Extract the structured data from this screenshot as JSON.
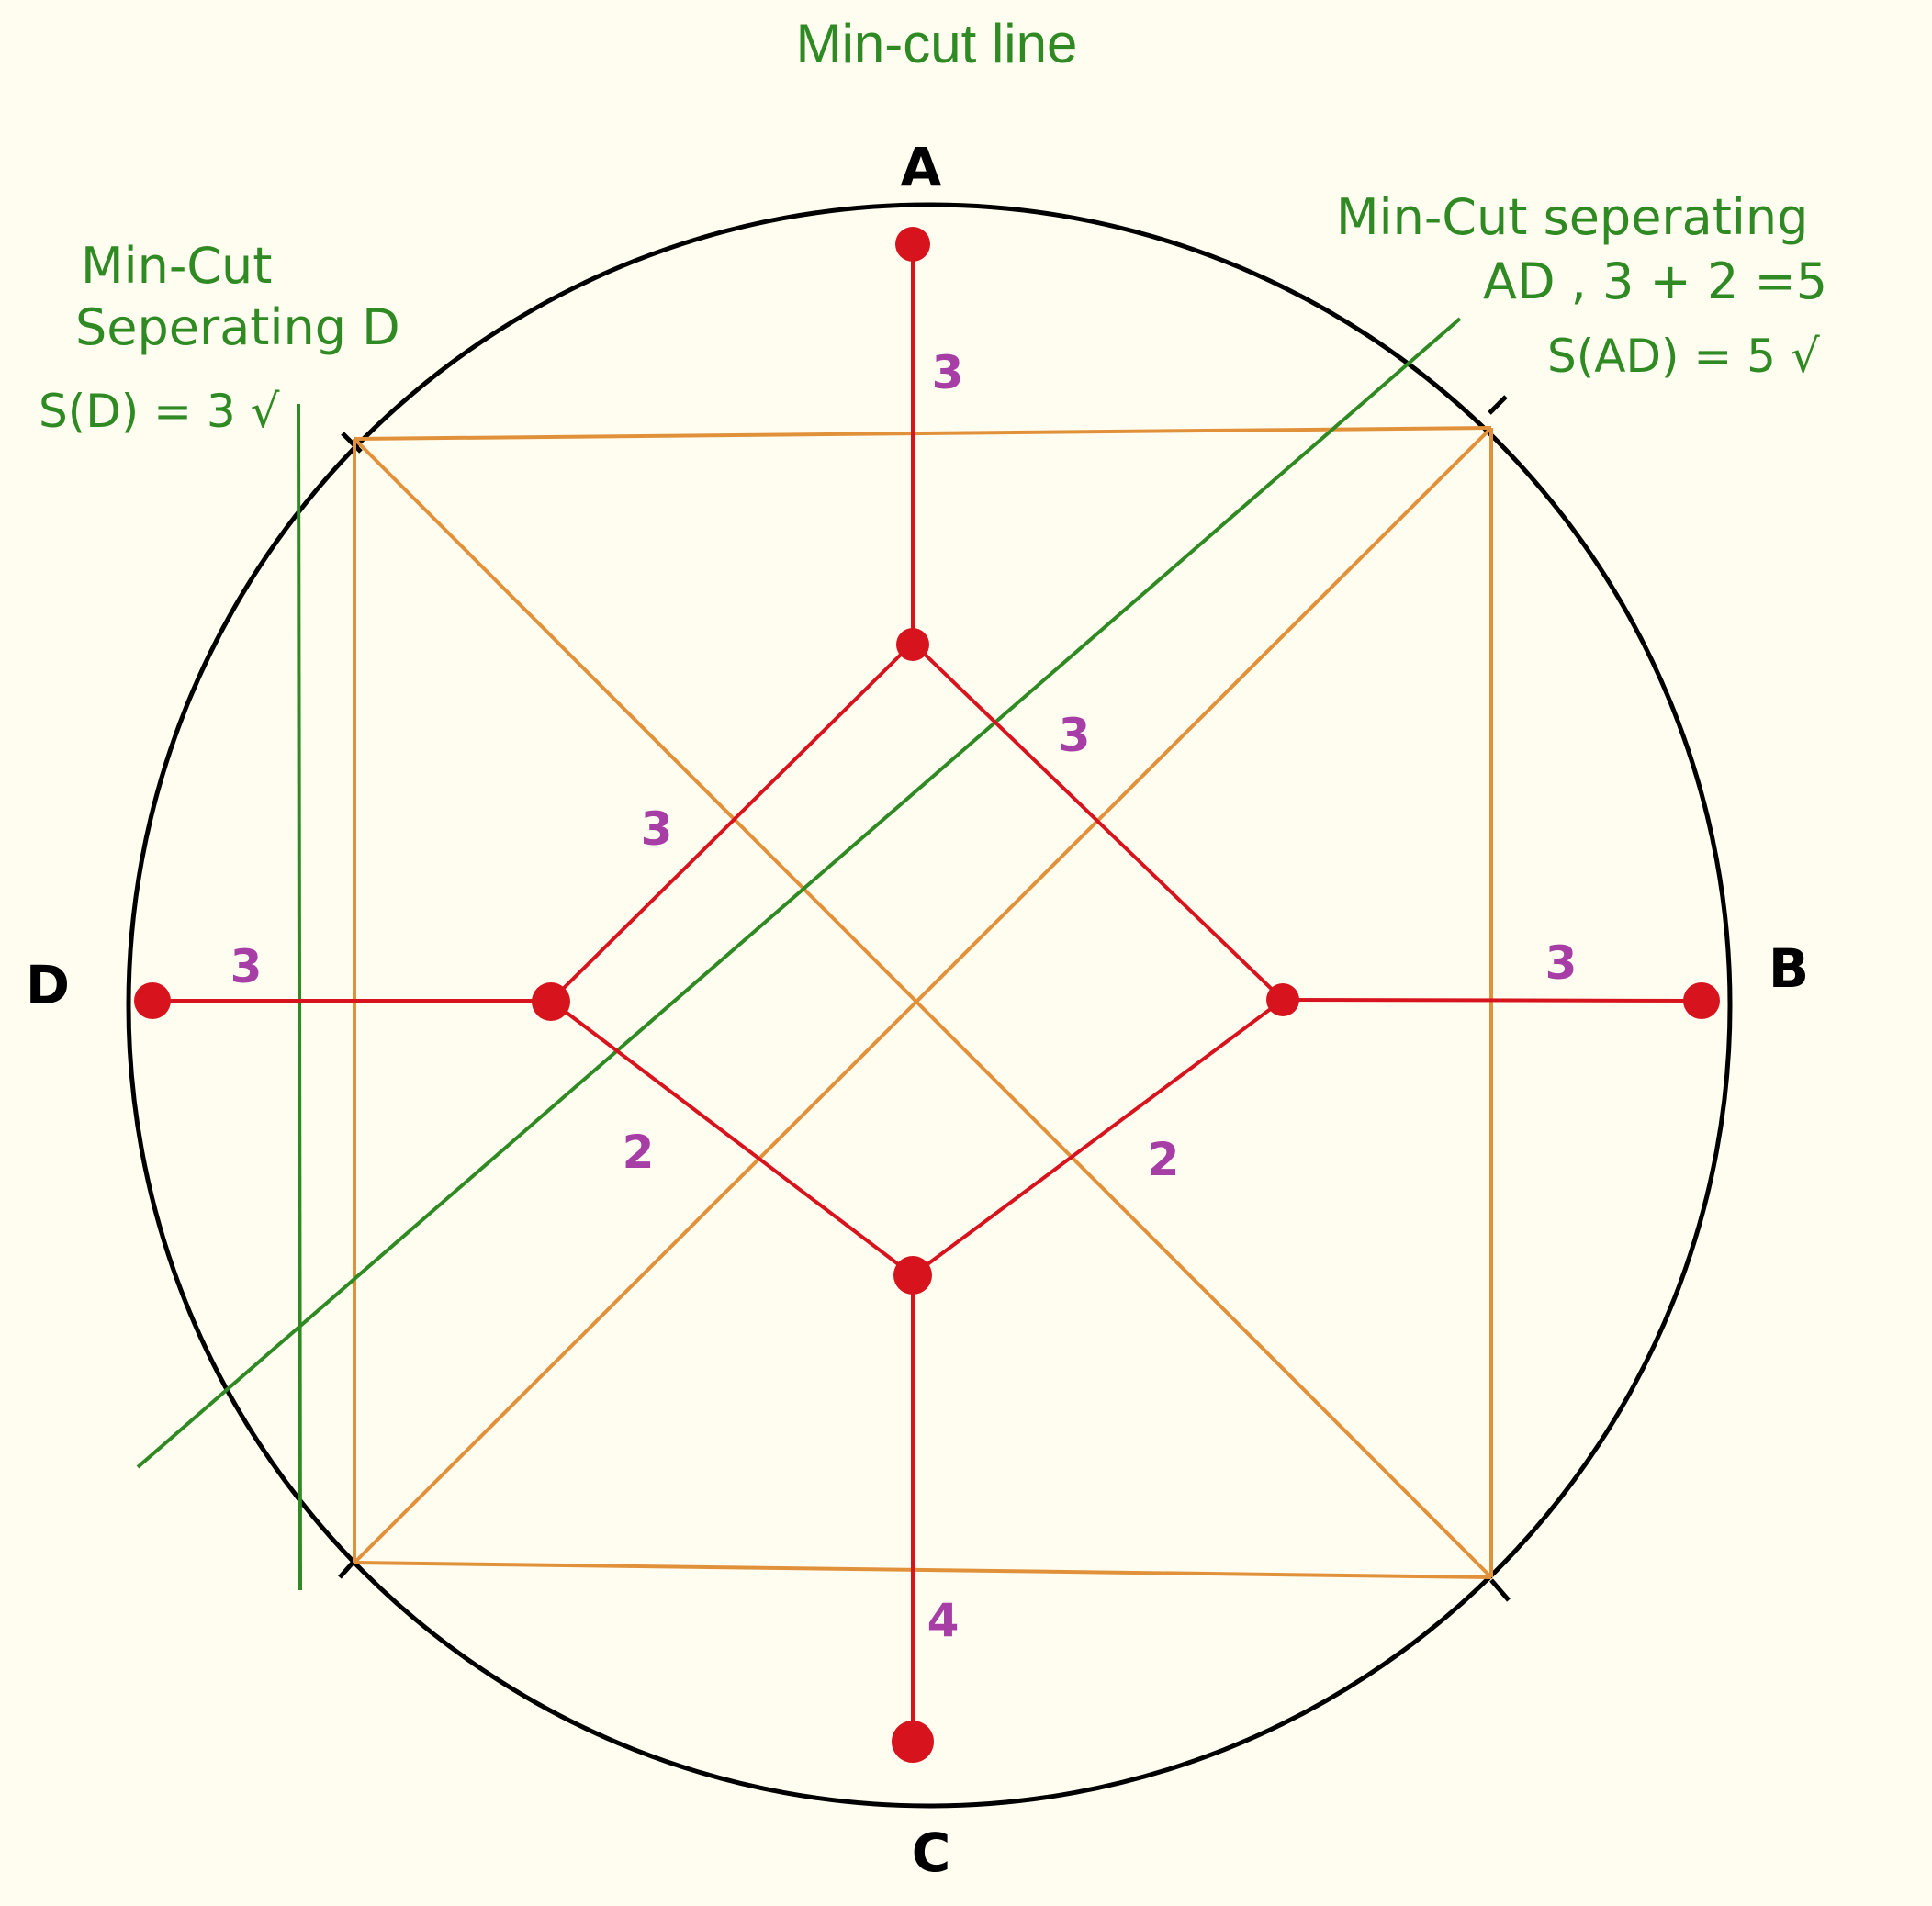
{
  "title": "Min-cut line",
  "colors": {
    "background": "#fffdf0",
    "circle": "#000000",
    "graph": "#d7141e",
    "square": "#e2913b",
    "cut": "#2f8a23",
    "weight": "#a63ea6"
  },
  "terminals": {
    "A": "A",
    "B": "B",
    "C": "C",
    "D": "D"
  },
  "weights": {
    "a_top": "3",
    "a_right": "3",
    "a_left": "3",
    "d_edge": "3",
    "b_edge": "3",
    "bottom_left": "2",
    "bottom_right": "2",
    "c_edge": "4"
  },
  "annotations": {
    "cut_d": {
      "line1": "Min-Cut",
      "line2": "Seperating D",
      "line3": "S(D) = 3 √"
    },
    "cut_ad": {
      "line1": "Min-Cut seperating",
      "line2": "AD , 3 + 2 =5",
      "line3": "S(AD) = 5 √"
    }
  }
}
